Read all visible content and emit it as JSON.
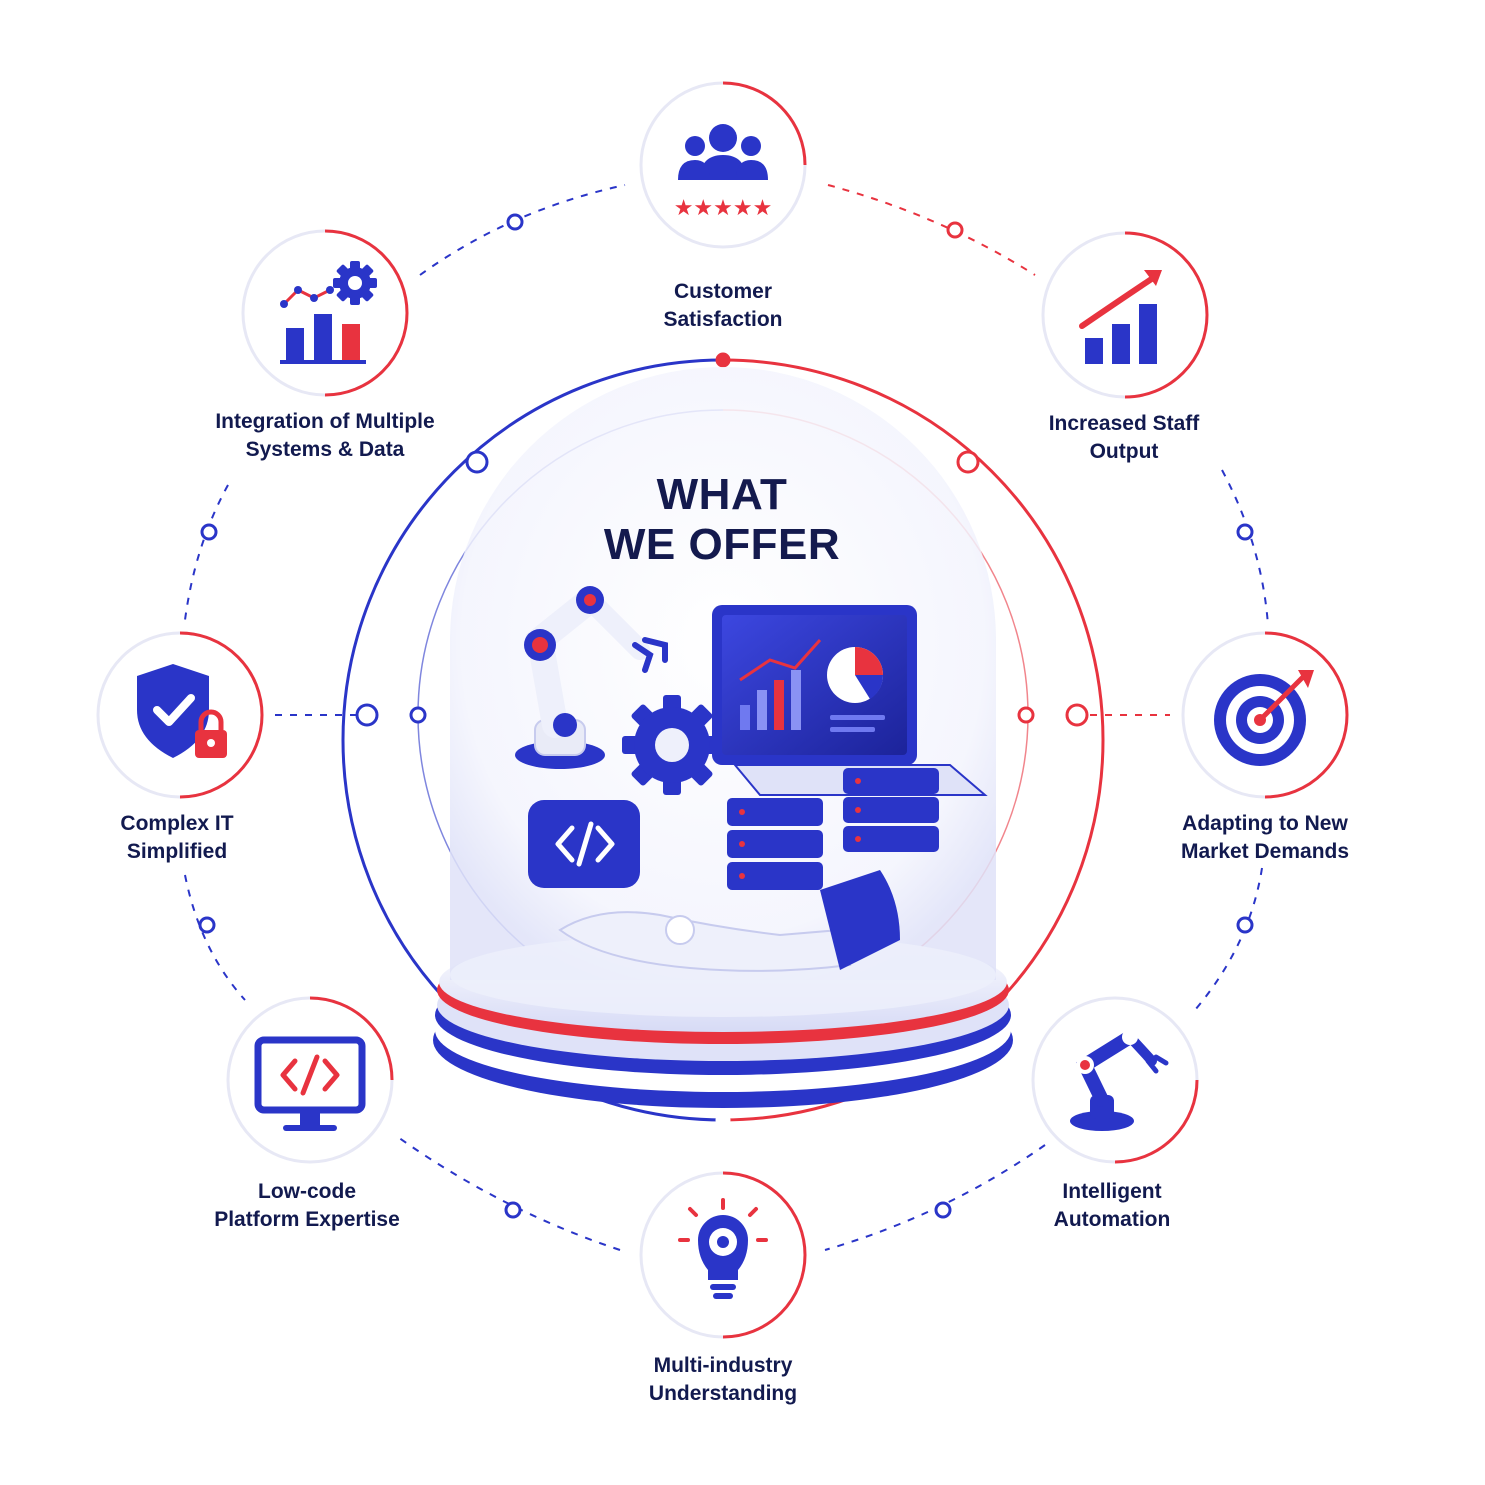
{
  "center": {
    "title_line1": "WHAT",
    "title_line2": "WE OFFER"
  },
  "colors": {
    "primary_blue": "#2a35c8",
    "accent_red": "#e8333f",
    "text_navy": "#121a4f"
  },
  "nodes": [
    {
      "id": "customer-satisfaction",
      "line1": "Customer",
      "line2": "Satisfaction",
      "icon": "people-rating-icon"
    },
    {
      "id": "increased-staff-output",
      "line1": "Increased Staff",
      "line2": "Output",
      "icon": "growth-chart-icon"
    },
    {
      "id": "adapting-market",
      "line1": "Adapting to New",
      "line2": "Market Demands",
      "icon": "target-icon"
    },
    {
      "id": "intelligent-automation",
      "line1": "Intelligent",
      "line2": "Automation",
      "icon": "robot-arm-icon"
    },
    {
      "id": "multi-industry",
      "line1": "Multi-industry",
      "line2": "Understanding",
      "icon": "lightbulb-gear-icon"
    },
    {
      "id": "low-code",
      "line1": "Low-code",
      "line2": "Platform Expertise",
      "icon": "code-monitor-icon"
    },
    {
      "id": "complex-it",
      "line1": "Complex IT",
      "line2": "Simplified",
      "icon": "shield-lock-icon"
    },
    {
      "id": "integration",
      "line1": "Integration of Multiple",
      "line2": "Systems & Data",
      "icon": "chart-gear-icon"
    }
  ]
}
